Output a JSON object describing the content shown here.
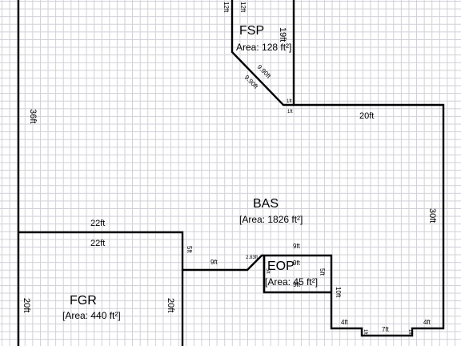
{
  "rooms": {
    "fsp": {
      "name": "FSP",
      "area": "Area: 128 ft²]"
    },
    "bas": {
      "name": "BAS",
      "area": "[Area: 1826 ft²]"
    },
    "eop": {
      "name": "EOP",
      "area": "[Area: 45 ft²]"
    },
    "fgr": {
      "name": "FGR",
      "area": "[Area: 440 ft²]"
    }
  },
  "dimensions": {
    "left_wall": "36ft",
    "fsp_top_left": "12ft",
    "fsp_top_right": "12ft",
    "fsp_right": "19ft",
    "fsp_diag_outer": "9.90ft",
    "fsp_diag_inner": "9.90ft",
    "fsp_corner": "1ft",
    "fsp_corner_right": "1ft",
    "top_right": "20ft",
    "right_wall": "30ft",
    "fgr_top_outer": "22ft",
    "fgr_top_inner": "22ft",
    "fgr_left": "20ft",
    "fgr_right": "20ft",
    "step_5ft": "5ft",
    "bottom_9ft": "9ft",
    "diag_2_83ft": "2.83ft",
    "eop_top": "9ft",
    "eop_inner_top": "9ft",
    "eop_bottom": "9ft",
    "eop_left": "5ft",
    "eop_right": "5ft",
    "right_drop_10ft": "10ft",
    "bottom_4ft_left": "4ft",
    "bottom_4ft_right": "4ft",
    "bottom_7ft": "7ft",
    "notch_left": "1ft",
    "notch_right": "1ft"
  }
}
